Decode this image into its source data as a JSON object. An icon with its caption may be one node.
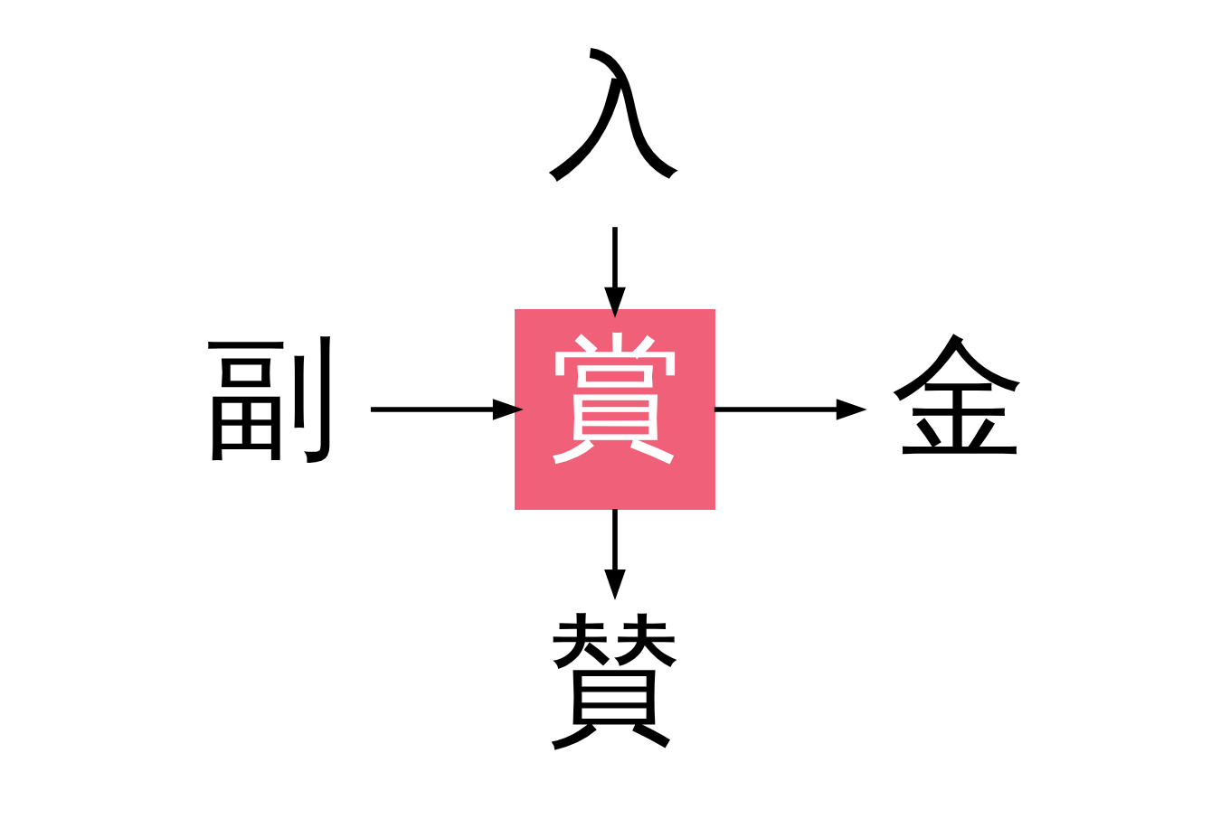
{
  "diagram": {
    "nodes": [
      {
        "text": [
          "入"
        ]
      },
      {
        "text": [
          "副"
        ]
      },
      {
        "text": [
          "賞"
        ]
      },
      {
        "text": [
          "金"
        ]
      },
      {
        "text": [
          "賛"
        ]
      }
    ],
    "edges": [
      {
        "from": 0,
        "to": 2,
        "arrow": "to"
      },
      {
        "from": 1,
        "to": 2,
        "arrow": "to"
      },
      {
        "from": 2,
        "to": 3,
        "arrow": "to"
      },
      {
        "from": 2,
        "to": 4,
        "arrow": "to"
      }
    ]
  }
}
